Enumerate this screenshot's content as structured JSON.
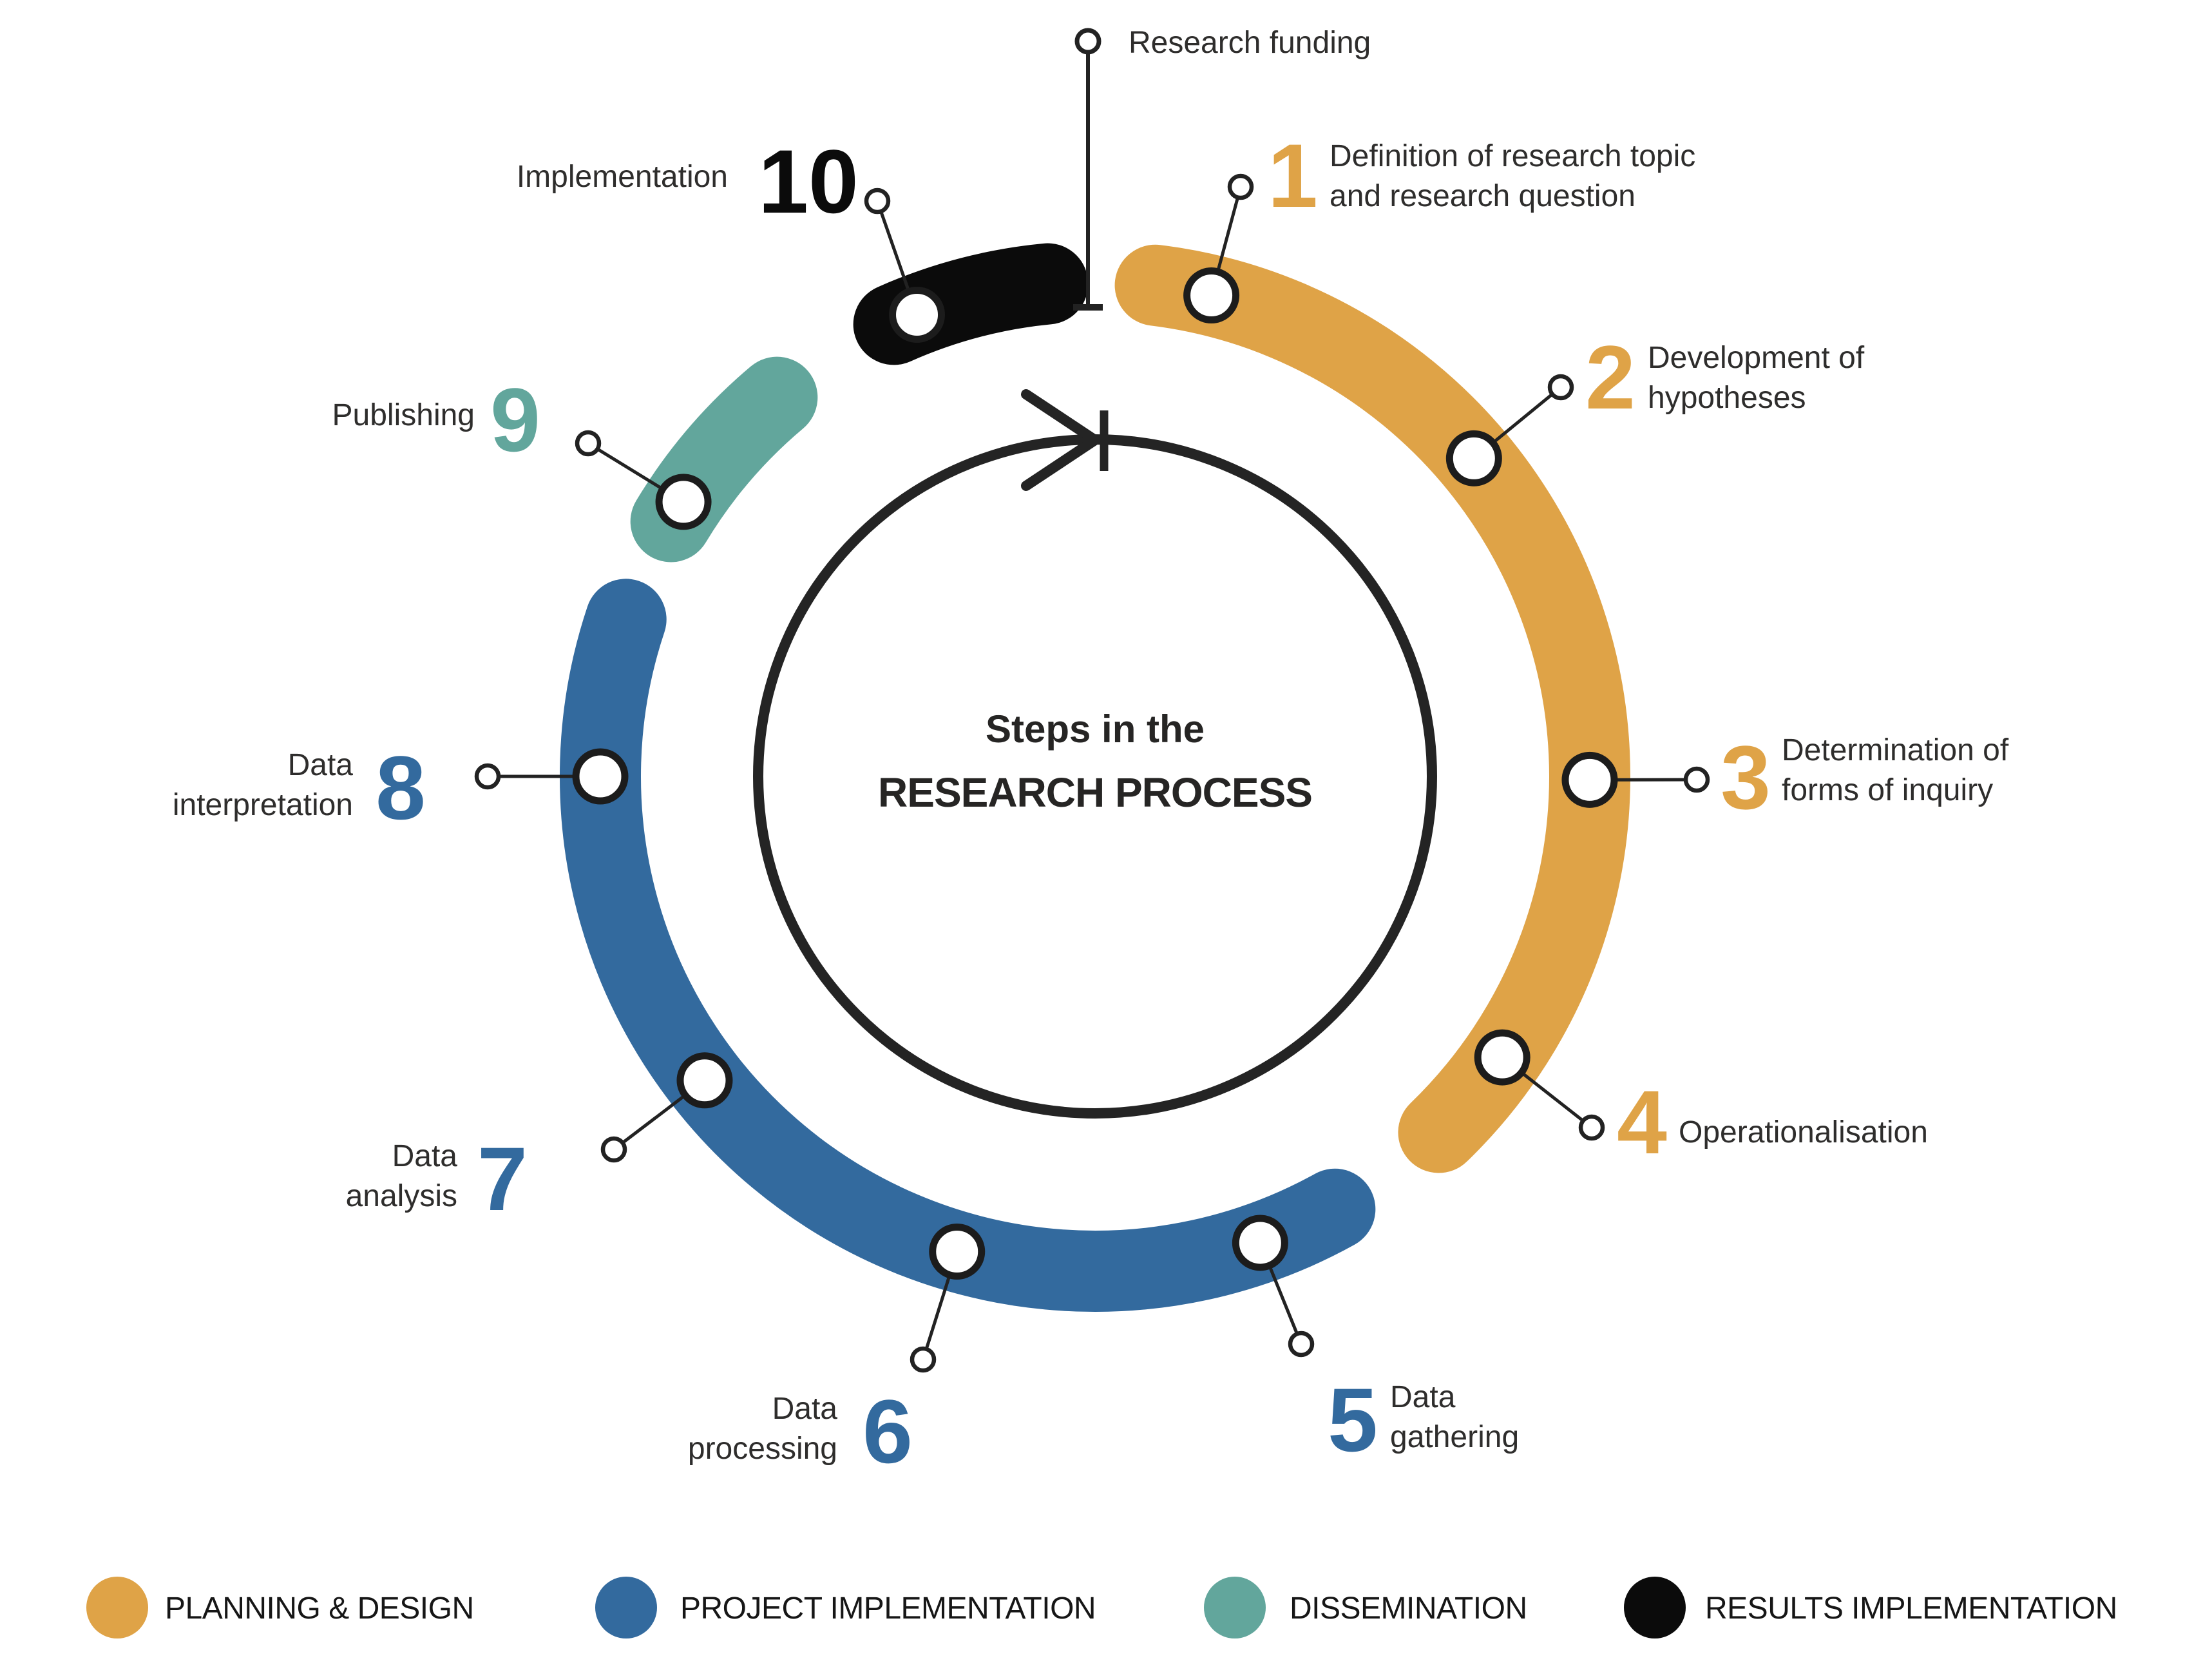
{
  "title": {
    "line1": "Steps in the",
    "line2": "RESEARCH PROCESS"
  },
  "annotation": {
    "label": "Research funding"
  },
  "phases": [
    {
      "name": "PLANNING & DESIGN",
      "color": "#DFA347"
    },
    {
      "name": "PROJECT IMPLEMENTATION",
      "color": "#336A9E"
    },
    {
      "name": "DISSEMINATION",
      "color": "#62A69C"
    },
    {
      "name": "RESULTS IMPLEMENTATION",
      "color": "#0B0B0B"
    }
  ],
  "steps": [
    {
      "num": "1",
      "phase": 0,
      "lines": [
        "Definition of research topic",
        "and research question"
      ]
    },
    {
      "num": "2",
      "phase": 0,
      "lines": [
        "Development of",
        "hypotheses"
      ]
    },
    {
      "num": "3",
      "phase": 0,
      "lines": [
        "Determination of",
        "forms of inquiry"
      ]
    },
    {
      "num": "4",
      "phase": 0,
      "lines": [
        "Operationalisation"
      ]
    },
    {
      "num": "5",
      "phase": 1,
      "lines": [
        "Data",
        "gathering"
      ]
    },
    {
      "num": "6",
      "phase": 1,
      "lines": [
        "Data",
        "processing"
      ]
    },
    {
      "num": "7",
      "phase": 1,
      "lines": [
        "Data",
        "analysis"
      ]
    },
    {
      "num": "8",
      "phase": 1,
      "lines": [
        "Data",
        "interpretation"
      ]
    },
    {
      "num": "9",
      "phase": 2,
      "lines": [
        "Publishing"
      ]
    },
    {
      "num": "10",
      "phase": 3,
      "lines": [
        "Implementation"
      ]
    }
  ]
}
